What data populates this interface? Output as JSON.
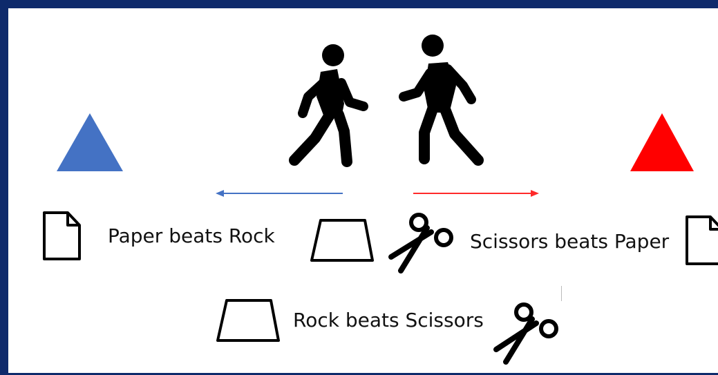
{
  "labels": {
    "paper_beats_rock": "Paper beats Rock",
    "scissors_beats_paper": "Scissors beats Paper",
    "rock_beats_scissors": "Rock beats Scissors"
  },
  "colors": {
    "border": "#0e2a6b",
    "left_team": "#4472c4",
    "right_team": "#ff0000",
    "left_arrow": "#4472c4",
    "right_arrow": "#ff2a2a",
    "icon": "#000000"
  },
  "icons": {
    "left_cone": "blue-triangle-icon",
    "right_cone": "red-triangle-icon",
    "walker_left": "walking-person-icon",
    "walker_right": "walking-person-icon",
    "paper": "paper-document-icon",
    "rock": "rock-trapezoid-icon",
    "scissors": "scissors-icon"
  }
}
